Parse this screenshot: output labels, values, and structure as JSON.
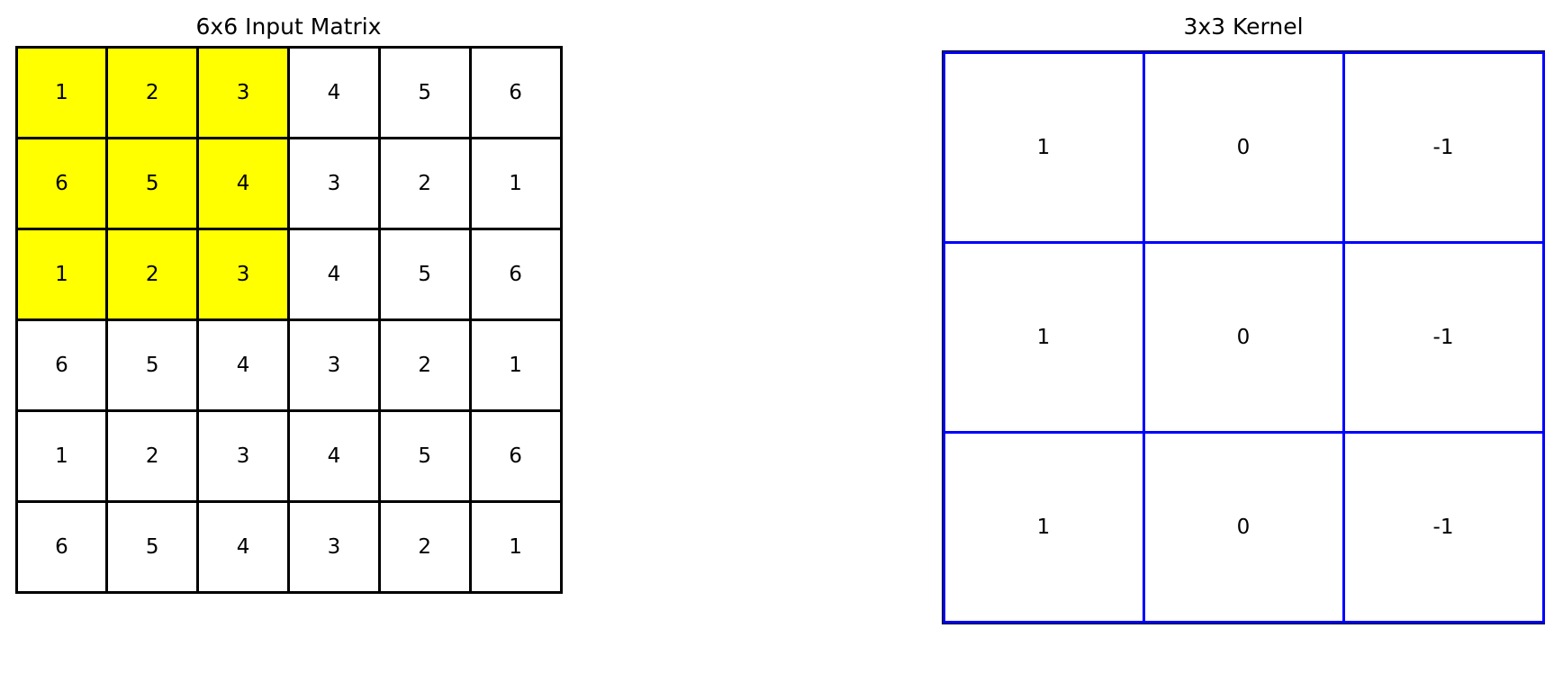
{
  "figure": {
    "background_color": "#ffffff",
    "text_color": "#000000"
  },
  "matrix_panel": {
    "title": "6x6 Input Matrix",
    "border_color": "#000000",
    "cell_color": "#ffffff",
    "highlight_color": "#ffff00"
  },
  "kernel_panel": {
    "title": "3x3 Kernel",
    "grid_color": "#0000ff",
    "outline_color": "#000000",
    "cell_color": "#ffffff"
  },
  "chart_data": [
    {
      "type": "table",
      "title": "6x6 Input Matrix",
      "rows": 6,
      "cols": 6,
      "values": [
        [
          1,
          2,
          3,
          4,
          5,
          6
        ],
        [
          6,
          5,
          4,
          3,
          2,
          1
        ],
        [
          1,
          2,
          3,
          4,
          5,
          6
        ],
        [
          6,
          5,
          4,
          3,
          2,
          1
        ],
        [
          1,
          2,
          3,
          4,
          5,
          6
        ],
        [
          6,
          5,
          4,
          3,
          2,
          1
        ]
      ],
      "highlight": {
        "color": "#ffff00",
        "rows": [
          0,
          1,
          2
        ],
        "cols": [
          0,
          1,
          2
        ],
        "description": "top-left 3x3 receptive field"
      },
      "grid": true,
      "xlabel": "",
      "ylabel": ""
    },
    {
      "type": "table",
      "title": "3x3 Kernel",
      "rows": 3,
      "cols": 3,
      "values": [
        [
          1,
          0,
          -1
        ],
        [
          1,
          0,
          -1
        ],
        [
          1,
          0,
          -1
        ]
      ],
      "grid": true,
      "grid_color": "#0000ff",
      "xlabel": "",
      "ylabel": ""
    }
  ],
  "matrix_cells": [
    {
      "v": "1",
      "hl": true
    },
    {
      "v": "2",
      "hl": true
    },
    {
      "v": "3",
      "hl": true
    },
    {
      "v": "4",
      "hl": false
    },
    {
      "v": "5",
      "hl": false
    },
    {
      "v": "6",
      "hl": false
    },
    {
      "v": "6",
      "hl": true
    },
    {
      "v": "5",
      "hl": true
    },
    {
      "v": "4",
      "hl": true
    },
    {
      "v": "3",
      "hl": false
    },
    {
      "v": "2",
      "hl": false
    },
    {
      "v": "1",
      "hl": false
    },
    {
      "v": "1",
      "hl": true
    },
    {
      "v": "2",
      "hl": true
    },
    {
      "v": "3",
      "hl": true
    },
    {
      "v": "4",
      "hl": false
    },
    {
      "v": "5",
      "hl": false
    },
    {
      "v": "6",
      "hl": false
    },
    {
      "v": "6",
      "hl": false
    },
    {
      "v": "5",
      "hl": false
    },
    {
      "v": "4",
      "hl": false
    },
    {
      "v": "3",
      "hl": false
    },
    {
      "v": "2",
      "hl": false
    },
    {
      "v": "1",
      "hl": false
    },
    {
      "v": "1",
      "hl": false
    },
    {
      "v": "2",
      "hl": false
    },
    {
      "v": "3",
      "hl": false
    },
    {
      "v": "4",
      "hl": false
    },
    {
      "v": "5",
      "hl": false
    },
    {
      "v": "6",
      "hl": false
    },
    {
      "v": "6",
      "hl": false
    },
    {
      "v": "5",
      "hl": false
    },
    {
      "v": "4",
      "hl": false
    },
    {
      "v": "3",
      "hl": false
    },
    {
      "v": "2",
      "hl": false
    },
    {
      "v": "1",
      "hl": false
    }
  ],
  "kernel_cells": [
    {
      "v": "1"
    },
    {
      "v": "0"
    },
    {
      "v": "-1"
    },
    {
      "v": "1"
    },
    {
      "v": "0"
    },
    {
      "v": "-1"
    },
    {
      "v": "1"
    },
    {
      "v": "0"
    },
    {
      "v": "-1"
    }
  ]
}
